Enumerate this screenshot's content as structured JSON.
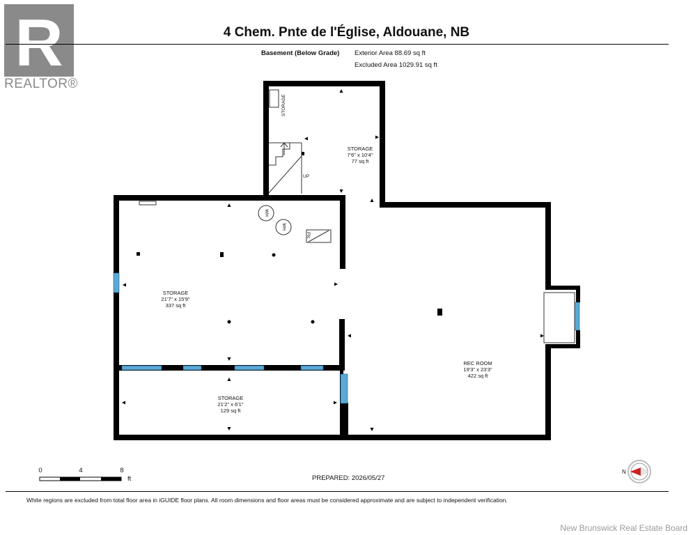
{
  "brand": {
    "logo_letter": "R",
    "wordmark": "REALTOR®"
  },
  "header": {
    "title": "4 Chem. Pnte de l'Église, Aldouane, NB",
    "level": "Basement (Below Grade)",
    "exterior_area": "Exterior Area 88.69 sq ft",
    "excluded_area": "Excluded Area 1029.91 sq ft"
  },
  "rooms": [
    {
      "name": "STORAGE",
      "dims": "7'6\" x 10'4\"",
      "area": "77 sq ft"
    },
    {
      "name": "STORAGE",
      "dims": "21'7\" x 15'9\"",
      "area": "337 sq ft"
    },
    {
      "name": "STORAGE",
      "dims": "21'2\" x 6'1\"",
      "area": "129 sq ft"
    },
    {
      "name": "REC ROOM",
      "dims": "19'3\" x 23'3\"",
      "area": "422 sq ft"
    }
  ],
  "fixtures": {
    "closet_label": "STORAGE",
    "stairs_label": "UP",
    "water_heater_1": "WH",
    "water_heater_2": "WH",
    "furnace": "FN"
  },
  "scale": {
    "t0": "0",
    "t4": "4",
    "t8": "8",
    "unit": "ft"
  },
  "compass": {
    "label": "N"
  },
  "footer": {
    "prepared": "PREPARED: 2026/05/27",
    "disclaimer": "White regions are excluded from total floor area in iGUIDE floor plans. All room dimensions and floor areas must be considered approximate and are subject to independent verification.",
    "board": "New Brunswick Real Estate Board"
  },
  "colors": {
    "wall": "#000000",
    "window": "#5aa9d6",
    "logo_gray": "#8a8a8a",
    "compass_red": "#d02020"
  }
}
